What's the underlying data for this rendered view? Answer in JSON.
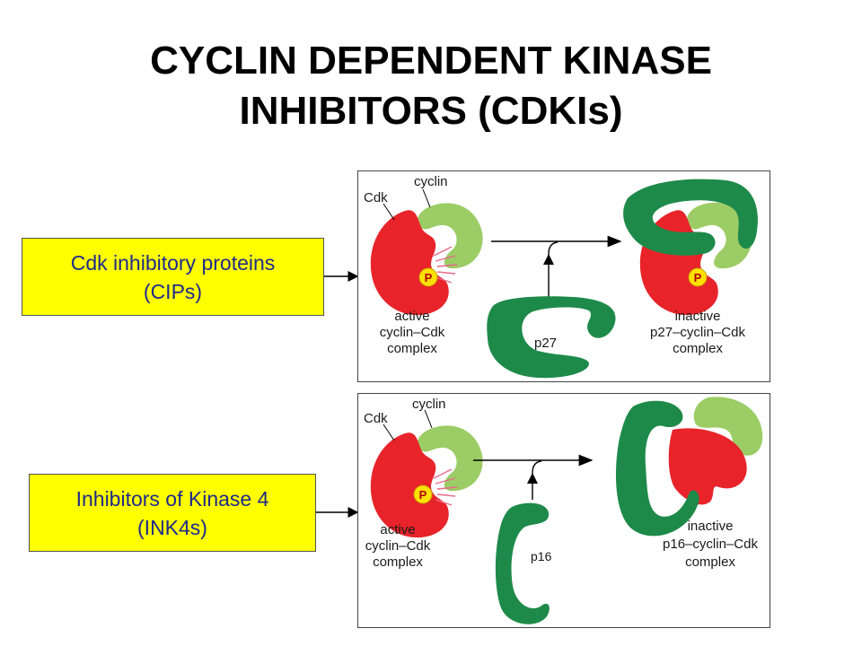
{
  "title": {
    "line1": "CYCLIN DEPENDENT KINASE",
    "line2": "INHIBITORS (CDKIs)"
  },
  "boxes": {
    "cips": {
      "line1": "Cdk inhibitory proteins",
      "line2": "(CIPs)"
    },
    "ink4": {
      "line1": "Inhibitors of Kinase 4",
      "line2": "(INK4s)"
    }
  },
  "panel_top": {
    "cdk": "Cdk",
    "cyclin": "cyclin",
    "phosphate": "P",
    "active_1": "active",
    "active_2": "cyclin–Cdk",
    "active_3": "complex",
    "inhibitor": "p27",
    "inactive_1": "inactive",
    "inactive_2": "p27–cyclin–Cdk",
    "inactive_3": "complex"
  },
  "panel_bottom": {
    "cdk": "Cdk",
    "cyclin": "cyclin",
    "phosphate": "P",
    "active_1": "active",
    "active_2": "cyclin–Cdk",
    "active_3": "complex",
    "inhibitor": "p16",
    "inactive_1": "inactive",
    "inactive_2": "p16–cyclin–Cdk",
    "inactive_3": "complex"
  },
  "colors": {
    "cdk_red": "#e8232a",
    "cyclin_green": "#9ccc65",
    "inhibitor_green": "#1e8a4a",
    "phosphate_yellow": "#ffe000",
    "box_yellow": "#ffff00",
    "label_blue": "#1f2a8a"
  }
}
